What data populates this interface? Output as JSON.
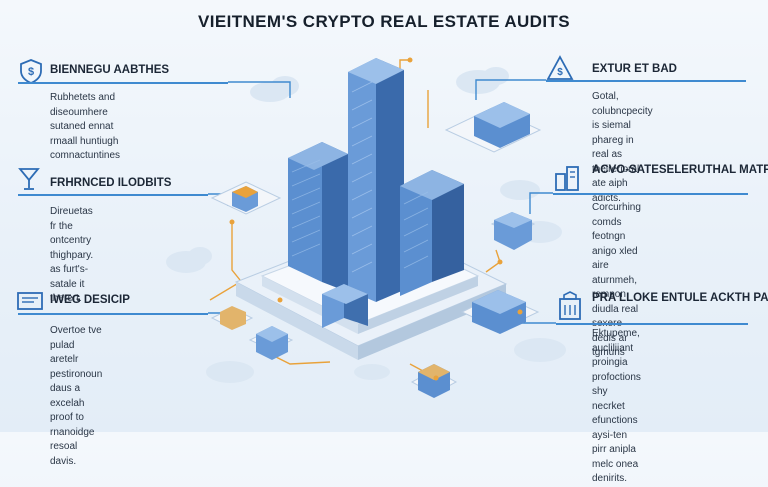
{
  "title": "VIEІTNEM'S CRYPTO REAL ESTATE AUDITS",
  "panels_left": [
    {
      "heading": "BIENNEGU AABTHES",
      "body": "Rubhetets and diseoumhere\nsutaned ennat rmaall huntiugh\ncomnactuntines",
      "icon": "shield-dollar-icon"
    },
    {
      "heading": "FRHRNCED ILODBITS",
      "body": "Direuetas fr the ontcentry\nthighpary. as furt's-satale it\ntherert.",
      "icon": "goblet-icon"
    },
    {
      "heading": "IWEG DESICIP",
      "body": "Overtoe tve pulad aretelr\npestironoun daus a excelah\nproof to rnanoidge resoal\ndavis.",
      "icon": "document-screen-icon"
    }
  ],
  "panels_right": [
    {
      "heading": "EXTUR ET BAD",
      "body": "Gotal, colubncpecity is siemal\nphareg in real as thelrerioral\nate aiph adicts.",
      "icon": "warning-dollar-icon"
    },
    {
      "heading": "ACVO-SATESELERUTHAL\nMATFING",
      "body": "Corcurhing comds feotngn\nanigo xled aire aturnmeh,\nrempon diudla real sexere\ndedis ar tgmuns",
      "icon": "buildings-icon"
    },
    {
      "heading": "PRA LLOKE ENTULE\nACKTH PAGIOT",
      "body": "Ektupeme, aucliliiant proingia\nprofoctions shy necrket\nefunctions aysi-ten pirr anipla\nmelc onea denirits.",
      "icon": "building-shield-icon"
    }
  ],
  "colors": {
    "accent": "#3f8ad0",
    "connector": "#e9a23b",
    "tower_front": "#5b8fd0",
    "tower_side": "#2f5f9e"
  }
}
